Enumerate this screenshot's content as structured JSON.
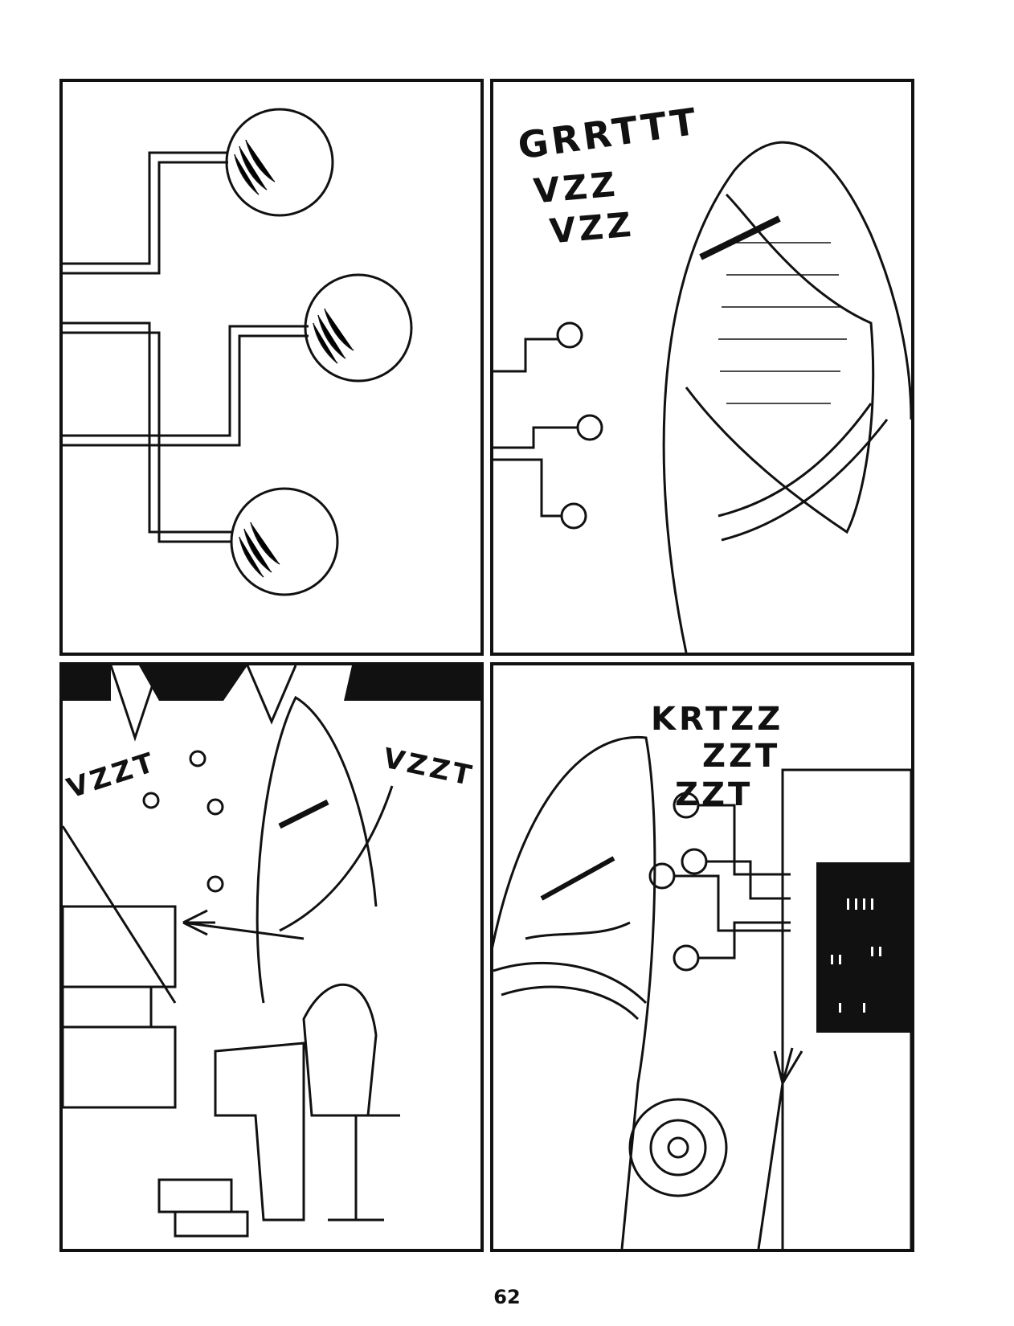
{
  "panels": [
    {
      "sound_effects": []
    },
    {
      "sound_effects": [
        "GRRTTT",
        "VZZ",
        "VZZ"
      ]
    },
    {
      "sound_effects": [
        "VZZT",
        "VZZT"
      ]
    },
    {
      "sound_effects": [
        "KRTZZ",
        "ZZT",
        "ZZT"
      ]
    }
  ],
  "page_number": "62",
  "colors": {
    "ink": "#111111",
    "paper": "#ffffff"
  }
}
